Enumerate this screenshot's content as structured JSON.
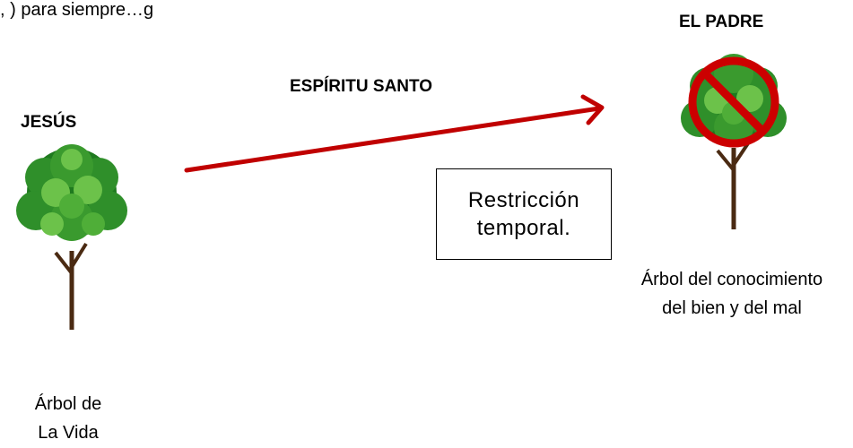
{
  "top_fragment": ", ) para siempre…g",
  "labels": {
    "jesus": "JESÚS",
    "espiritu_santo": "ESPÍRITU SANTO",
    "el_padre": "EL PADRE"
  },
  "tree_of_life": {
    "line1": "Árbol de",
    "line2": "La Vida"
  },
  "tree_of_knowledge": {
    "line1": "Árbol del conocimiento",
    "line2": "del bien y del mal"
  },
  "restriction": {
    "line1": "Restricción",
    "line2": "temporal."
  },
  "colors": {
    "arrow": "#c00000",
    "prohibited": "#cc0000",
    "leaf_dark": "#1f7a1f",
    "leaf_mid": "#3a9a2e",
    "leaf_light": "#6cc24a",
    "trunk": "#4a2a12"
  }
}
